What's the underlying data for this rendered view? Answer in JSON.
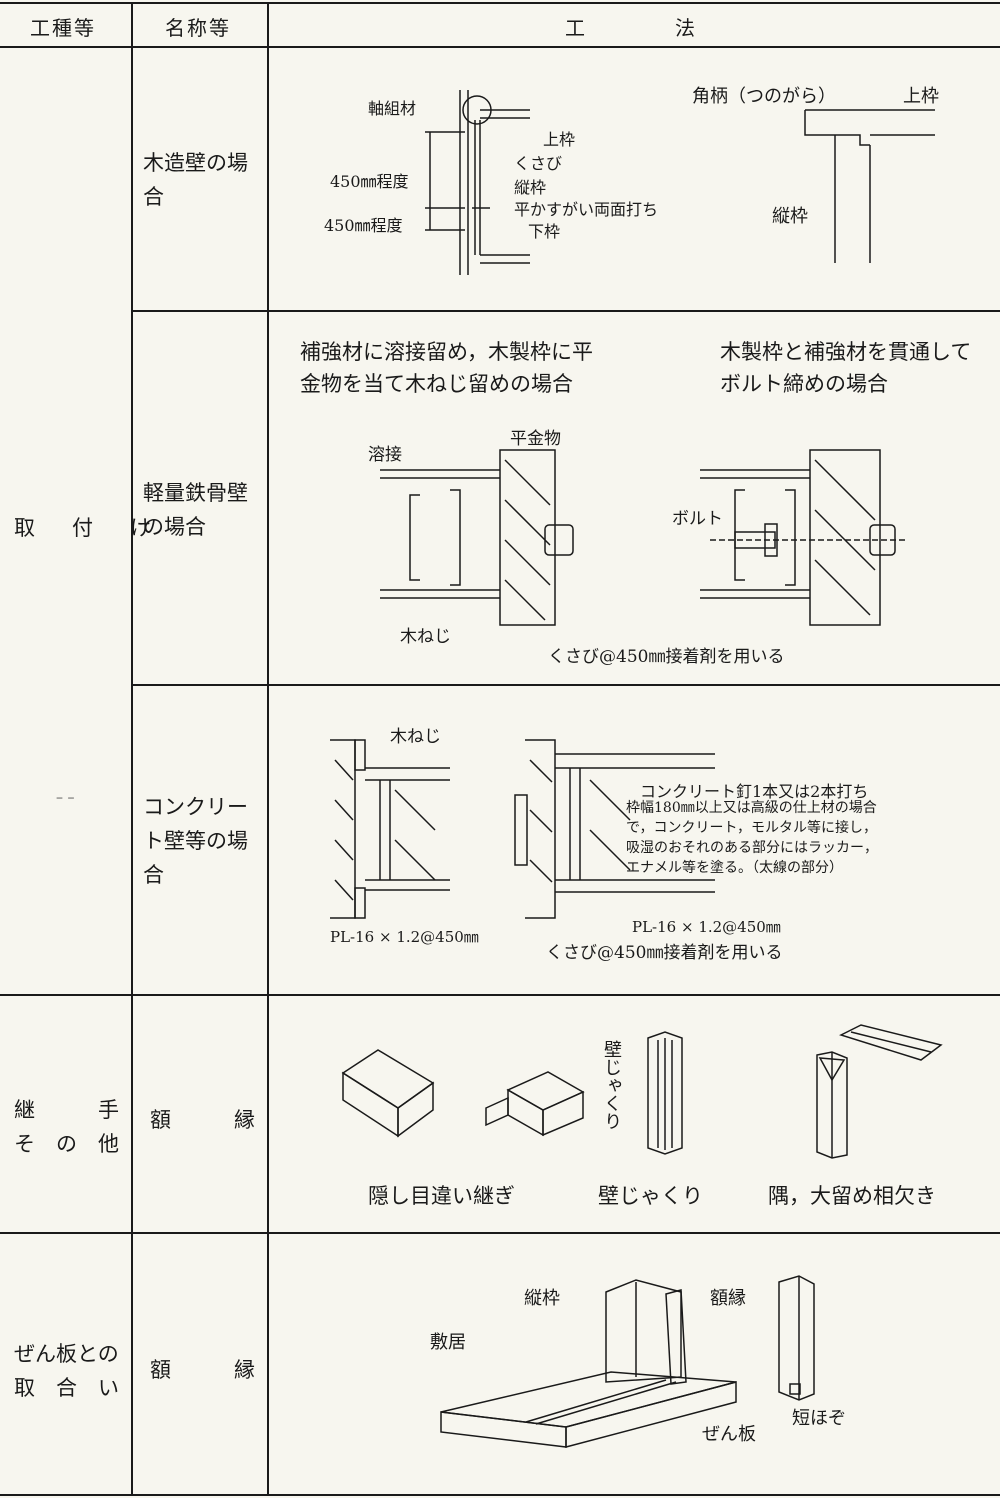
{
  "header": {
    "col1": "工種等",
    "col2": "名称等",
    "col3_a": "工",
    "col3_b": "法"
  },
  "sections": {
    "toritsuke": "取　付　け",
    "tsugite": {
      "line1": "継　　　手",
      "line2": "そ　の　他"
    },
    "zenita": {
      "line1": "ぜん板との",
      "line2": "取　合　い"
    },
    "stray_mark": "– –"
  },
  "rows": {
    "wood": {
      "name": "木造壁の場合",
      "labels": {
        "jikugumi": "軸組材",
        "kamiwaku": "上枠",
        "kusabi": "くさび",
        "tatewaku": "縦枠",
        "hiraka": "平かすがい両面打ち",
        "shitawaku": "下枠",
        "dim1": "450㎜程度",
        "dim2": "450㎜程度",
        "tsunogara": "角柄（つのがら）",
        "kamiwaku2": "上枠",
        "tatewaku2": "縦枠"
      }
    },
    "steel": {
      "name": "軽量鉄骨壁の場合",
      "caption_left": [
        "補強材に溶接留め，木製枠に平",
        "金物を当て木ねじ留めの場合"
      ],
      "caption_right": [
        "木製枠と補強材を貫通して",
        "ボルト締めの場合"
      ],
      "labels": {
        "yosetsu": "溶接",
        "hirakanamono": "平金物",
        "kinezi": "木ねじ",
        "bolt": "ボルト",
        "kusabi": "くさび@450㎜接着剤を用いる"
      }
    },
    "concrete": {
      "name": "コンクリート壁等の場合",
      "labels": {
        "kinezi": "木ねじ",
        "pl_left": "PL-16 × 1.2@450㎜",
        "nail": "コンクリート釘1本又は2本打ち",
        "note": [
          "枠幅180㎜以上又は高級の仕上材の場合",
          "で，コンクリート，モルタル等に接し，",
          "吸湿のおそれのある部分にはラッカー，",
          "エナメル等を塗る。（太線の部分）"
        ],
        "pl_right": "PL-16 × 1.2@450㎜",
        "kusabi": "くさび@450㎜接着剤を用いる"
      }
    },
    "gakubuchi1": {
      "name": "額　　　縁",
      "labels": {
        "kabe_vertical": "壁じゃくり",
        "kakushi": "隠し目違い継ぎ",
        "kabejakuri": "壁じゃくり",
        "sumi": "隅，大留め相欠き"
      }
    },
    "gakubuchi2": {
      "name": "額　　　縁",
      "labels": {
        "tatewaku": "縦枠",
        "gakubuchi": "額縁",
        "shikii": "敷居",
        "zenita": "ぜん板",
        "tanhozo": "短ほぞ"
      }
    }
  }
}
